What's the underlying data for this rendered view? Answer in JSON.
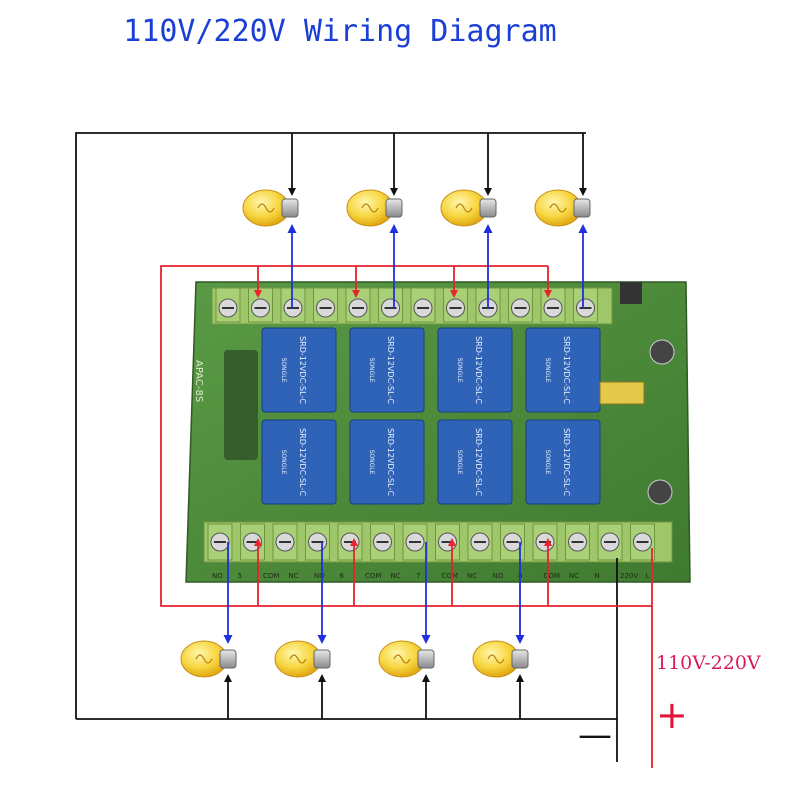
{
  "title": "110V/220V Wiring Diagram",
  "supply": {
    "label": "110V-220V",
    "plus": "+",
    "minus": "—"
  },
  "board": {
    "model_label": "APAC-8S",
    "relay_text": "SRD-12VDC-SL-C",
    "relay_brand": "SONGLE",
    "relay_count": 8,
    "bottom_terminal_labels": [
      "NO",
      "5",
      "COM",
      "NC",
      "NO",
      "6",
      "COM",
      "NC",
      "7",
      "COM",
      "NC",
      "NO",
      "8",
      "COM",
      "NC",
      "N",
      "220V",
      "L"
    ]
  },
  "lamps": {
    "top_count": 4,
    "bottom_count": 4
  },
  "colors": {
    "title": "#1a3fd6",
    "live": "#e8222e",
    "neutral": "#111111",
    "load": "#1f2fe0",
    "board": "#4c8a38",
    "voltage_label": "#d81c5b"
  }
}
